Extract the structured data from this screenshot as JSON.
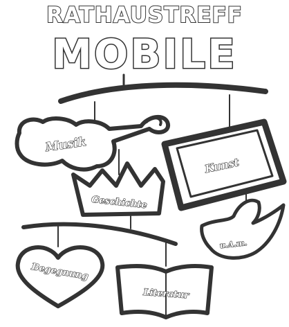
{
  "header": {
    "title_top": "RATHAUSTREFF",
    "title_main": "MOBILE"
  },
  "mobile_items": {
    "musik": "Musik",
    "kunst": "Kunst",
    "geschichte": "Geschichte",
    "politik": "u.A.m.",
    "begegnung": "Begegnung",
    "literatur": "Literatur"
  },
  "colors": {
    "outline": "#333333",
    "background": "#ffffff"
  }
}
